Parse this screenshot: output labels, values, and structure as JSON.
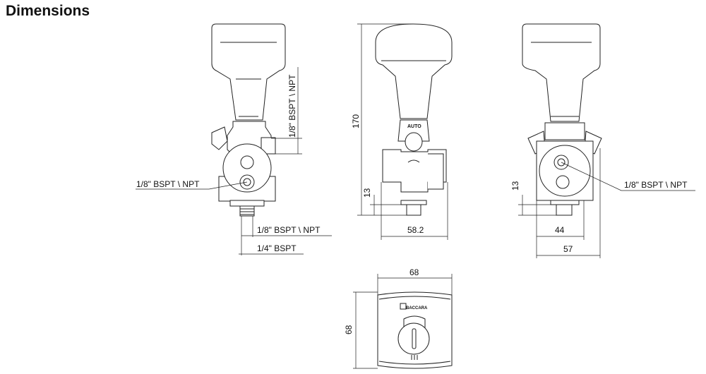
{
  "title": "Dimensions",
  "side_view": {
    "thread_vertical_label": "1/8\" BSPT \\ NPT",
    "thread_port_label": "1/8\" BSPT \\ NPT",
    "outlet_inner_label": "1/8\" BSPT \\ NPT",
    "outlet_outer_label": "1/4\" BSPT"
  },
  "front_view": {
    "knob_label": "AUTO",
    "height_label": "170",
    "thread_height_label": "13",
    "width_label": "58.2"
  },
  "rear_view": {
    "thread_height_label": "13",
    "port_label": "1/8\" BSPT \\ NPT",
    "inner_width_label": "44",
    "outer_width_label": "57"
  },
  "top_view": {
    "brand": "BACCARA",
    "width_label": "68",
    "height_label": "68"
  }
}
